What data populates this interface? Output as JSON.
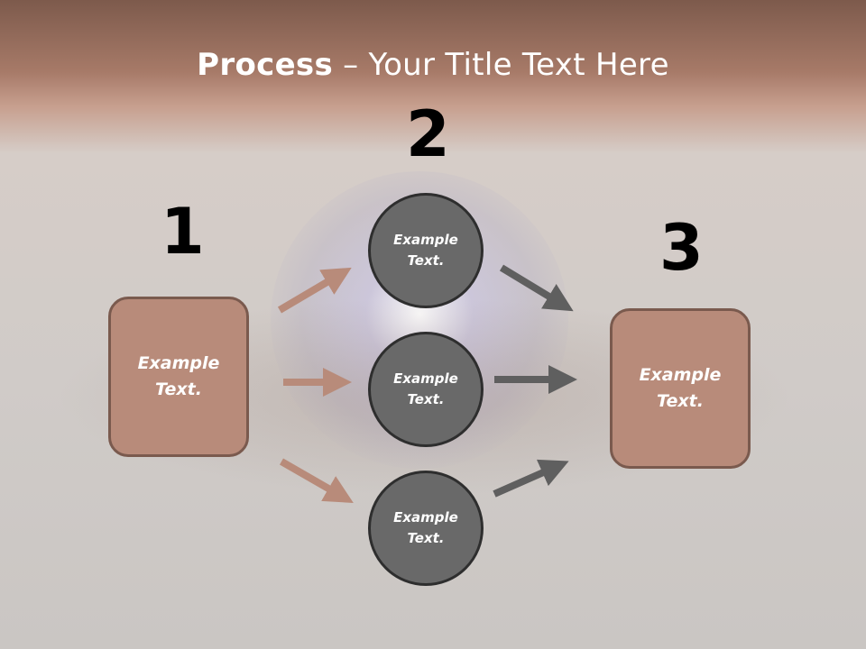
{
  "title": {
    "bold": "Process",
    "rest": " – Your Title Text Here"
  },
  "steps": [
    {
      "number": "1",
      "label": "Example\nText."
    },
    {
      "number": "2",
      "label": "Example\nText."
    },
    {
      "number": "3",
      "label": "Example\nText."
    }
  ],
  "circles": [
    {
      "label": "Example\nText."
    },
    {
      "label": "Example\nText."
    },
    {
      "label": "Example\nText."
    }
  ],
  "colors": {
    "box_fill": "#b88b7a",
    "box_border": "#7a5a4e",
    "circle_fill": "#696969",
    "left_arrows": "#b88b7a",
    "right_arrows": "#5f5f5f"
  }
}
